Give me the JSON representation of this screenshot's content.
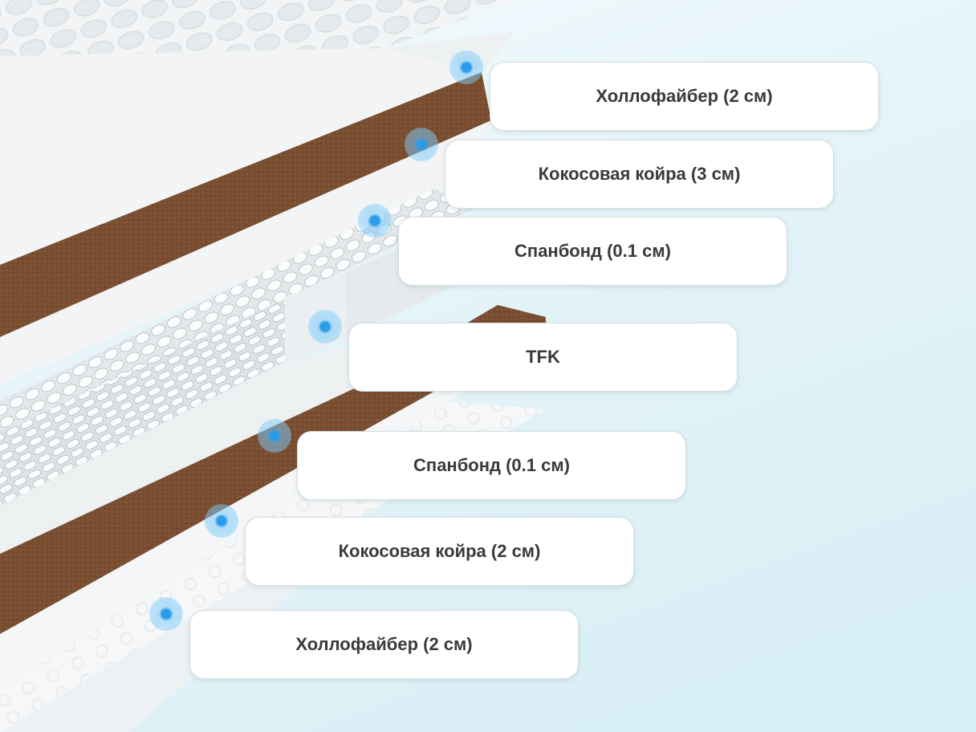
{
  "layers": [
    {
      "label": "Холлофайбер (2 см)"
    },
    {
      "label": "Кокосовая койра (3 см)"
    },
    {
      "label": "Спанбонд (0.1 см)"
    },
    {
      "label": "TFK"
    },
    {
      "label": "Спанбонд (0.1 см)"
    },
    {
      "label": "Кокосовая койра (2 см)"
    },
    {
      "label": "Холлофайбер (2 см)"
    }
  ],
  "colors": {
    "coir": "#7a4e30",
    "white_layer": "#f4f6f7",
    "marker": "#3aa9ee",
    "label_text": "#3a3a3a"
  }
}
